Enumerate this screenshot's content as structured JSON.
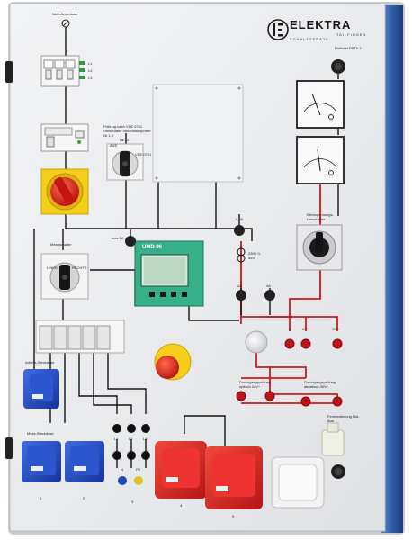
{
  "brand": {
    "name": "ELEKTRA",
    "sub1": "TAILFINGEN",
    "sub2": "SCHALTGERÄTE"
  },
  "model_label": "Prüftafel PST6-2",
  "labels": {
    "mains": "Netz-Anschluss",
    "breaker_phases": [
      "L1",
      "L2",
      "L3"
    ],
    "test_switch": "Prüfung nach VDE 0701 Umschalter Steckdosenprüfer Nr 1-5",
    "switch_off": "AUS",
    "switch_net": "NETZ",
    "switch_vde": "VDE 0701",
    "meter_switch": "Messschalter",
    "meter_links": "LINKS",
    "meter_rechts": "RECHTS",
    "umd": "UMD 96",
    "max2a": "max 2A",
    "fuse08a": "0,8A",
    "transformer": "230V 0-56V",
    "small_voltage_switch": "Kleinspannungs-Umschalter",
    "f_2a": "2A",
    "f_4a": "4A",
    "out_0": "0",
    "out_6": "6V~",
    "out_30": "30V~",
    "test_opt": "Durchgangsprüfung optisch 24V~",
    "test_aku": "Durchgangsprüfung akustisch 30V~",
    "socket_work": "Arbeits-Steckdose",
    "socket_measure": "Mess-Steckdose",
    "remote": "Fernbedienung Not-Aus",
    "socket_phase_labels": [
      "L1",
      "L2",
      "L3"
    ],
    "socket_n": "N",
    "socket_pe": "PE",
    "bottom_numbers": [
      "1",
      "2",
      "3",
      "4",
      "5"
    ]
  },
  "colors": {
    "panel": "#ecedef",
    "housing_blue": "#2f5ea8",
    "wire_red": "#d41818",
    "wire_black": "#151515",
    "cee_red": "#d8252a",
    "socket_blue": "#1f47b5",
    "switch_yellow": "#f5cd1a",
    "lcd_green": "#37b08a"
  },
  "icons": {
    "mains": "mains-symbol-icon",
    "brand": "elektra-logo-icon",
    "transformer": "transformer-symbol-icon"
  }
}
